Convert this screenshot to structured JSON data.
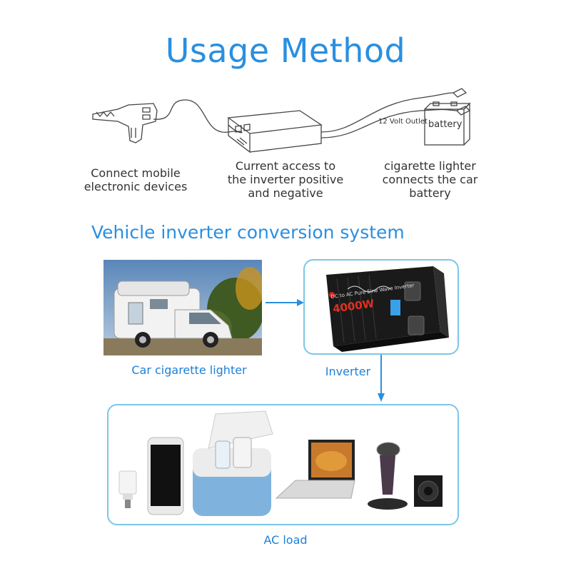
{
  "title": "Usage Method",
  "diagram": {
    "label_12v": "12 Volt Outlet",
    "label_battery": "battery",
    "caption_devices": [
      "Connect mobile",
      "electronic devices"
    ],
    "caption_inverter": [
      "Current access to",
      "the inverter positive",
      "and negative"
    ],
    "caption_lighter": [
      "cigarette lighter",
      "connects the car",
      "battery"
    ]
  },
  "section_title": "Vehicle inverter conversion system",
  "flow": {
    "car_label": "Car cigarette lighter",
    "inverter_label": "Inverter",
    "load_label": "AC load",
    "inverter_face_text": "DC to AC Pure Sine Wave Inverter",
    "inverter_power": "4000W"
  },
  "colors": {
    "accent": "#2a8fe0",
    "box_border": "#7cc6e8"
  }
}
